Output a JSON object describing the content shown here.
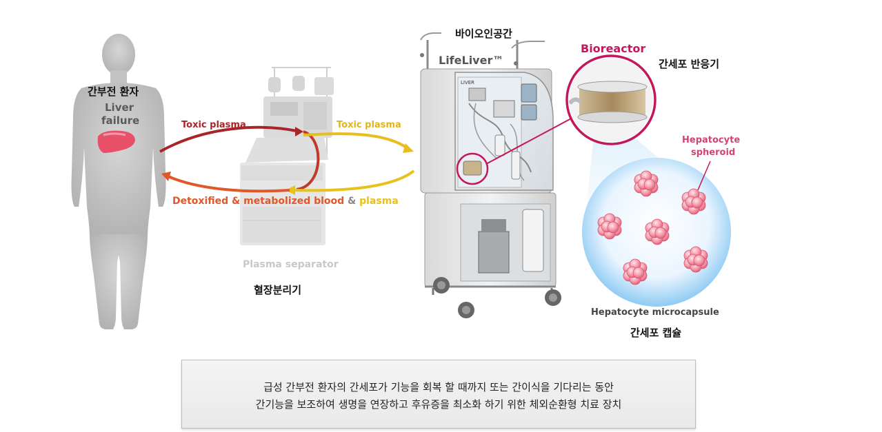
{
  "human": {
    "ko_label": "간부전 환자",
    "en_label_line1": "Liver",
    "en_label_line2": "failure"
  },
  "flows": {
    "toxic_left": "Toxic plasma",
    "toxic_right": "Toxic plasma",
    "return_part1": "Detoxified & metabolized blood",
    "return_part2": " & ",
    "return_part3": "plasma"
  },
  "separator": {
    "en_label": "Plasma separator",
    "ko_label": "혈장분리기"
  },
  "device": {
    "ko_label": "바이오인공간",
    "brand_label": "LifeLiver™",
    "panel_text": "LIVER"
  },
  "bioreactor": {
    "en_label": "Bioreactor",
    "ko_label": "간세포 반응기"
  },
  "capsule": {
    "spheroid_line1": "Hepatocyte",
    "spheroid_line2": "spheroid",
    "en_label": "Hepatocyte microcapsule",
    "ko_label": "간세포 캡슐"
  },
  "caption": {
    "line1": "급성 간부전 환자의 간세포가 기능을 회복 할 때까지 또는 간이식을 기다리는 동안",
    "line2": "간기능을 보조하여 생명을 연장하고 후유증을 최소화 하기 위한 체외순환형 치료 장치"
  },
  "colors": {
    "toxic_dark": "#a8262a",
    "toxic_yellow": "#e9bd1d",
    "detox_orange": "#e0572a",
    "plasma_yellow": "#e8c21a",
    "bioreactor_magenta": "#c2185b",
    "body_gray": "#bdbdbd",
    "liver_pink": "#e8506a"
  }
}
